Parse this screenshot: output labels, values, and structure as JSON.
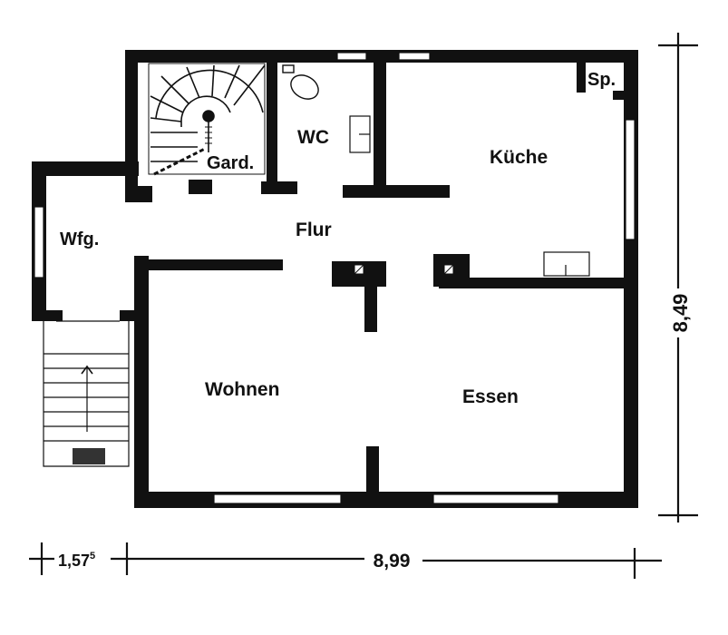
{
  "rooms": {
    "wc": "WC",
    "garderobe": "Gard.",
    "kueche": "Küche",
    "speisekammer": "Sp.",
    "windfang": "Wfg.",
    "flur": "Flur",
    "wohnen": "Wohnen",
    "essen": "Essen"
  },
  "dimensions": {
    "depth": "8,49",
    "width": "8,99",
    "entry_width": "1,57",
    "entry_width_sup": "5"
  }
}
